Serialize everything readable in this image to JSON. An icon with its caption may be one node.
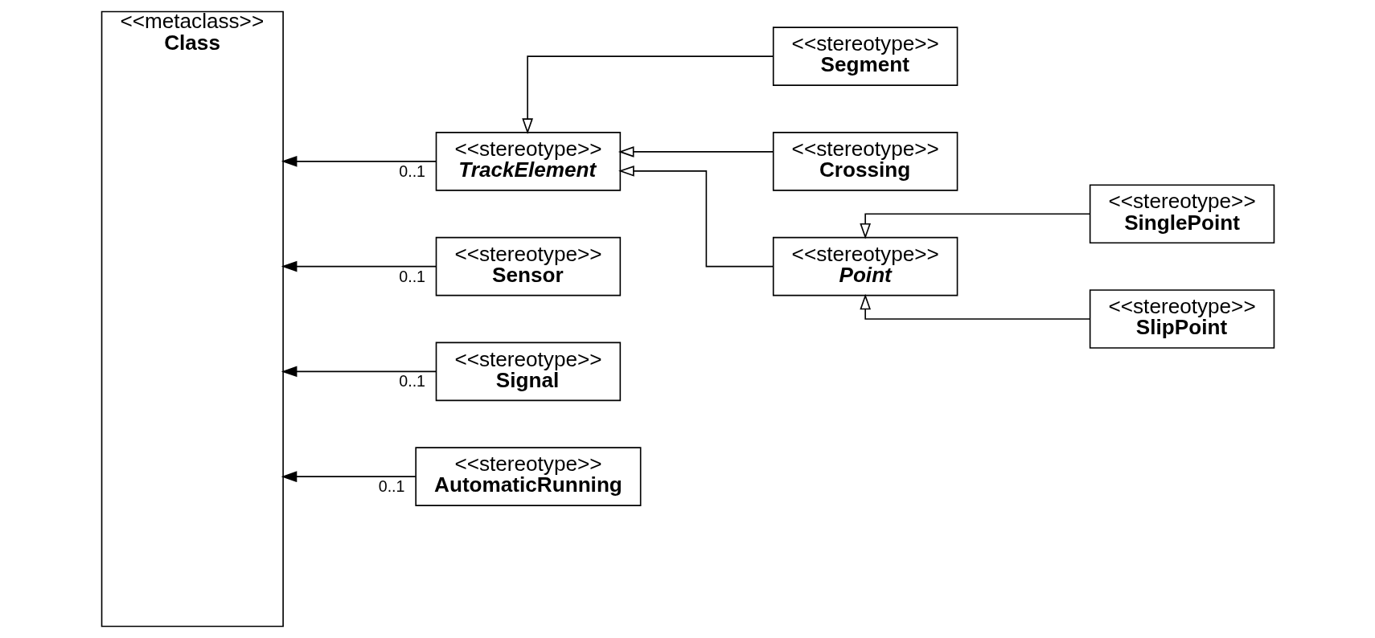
{
  "diagram": {
    "nodes": [
      {
        "text": [
          "<<metaclass>>",
          "Class"
        ]
      },
      {
        "text": [
          "<<stereotype>>",
          "TrackElement"
        ]
      },
      {
        "text": [
          "<<stereotype>>",
          "Sensor"
        ]
      },
      {
        "text": [
          "<<stereotype>>",
          "Signal"
        ]
      },
      {
        "text": [
          "<<stereotype>>",
          "AutomaticRunning"
        ]
      },
      {
        "text": [
          "<<stereotype>>",
          "Segment"
        ]
      },
      {
        "text": [
          "<<stereotype>>",
          "Crossing"
        ]
      },
      {
        "text": [
          "<<stereotype>>",
          "Point"
        ]
      },
      {
        "text": [
          "<<stereotype>>",
          "SinglePoint"
        ]
      },
      {
        "text": [
          "<<stereotype>>",
          "SlipPoint"
        ]
      }
    ],
    "edges": [
      {
        "from": 1,
        "to": 0,
        "arrow": "to",
        "label": "0..1"
      },
      {
        "from": 2,
        "to": 0,
        "arrow": "to",
        "label": "0..1"
      },
      {
        "from": 3,
        "to": 0,
        "arrow": "to",
        "label": "0..1"
      },
      {
        "from": 4,
        "to": 0,
        "arrow": "to",
        "label": "0..1"
      },
      {
        "from": 5,
        "to": 1,
        "arrow": "to"
      },
      {
        "from": 6,
        "to": 1,
        "arrow": "to"
      },
      {
        "from": 7,
        "to": 1,
        "arrow": "to"
      },
      {
        "from": 8,
        "to": 7,
        "arrow": "to"
      },
      {
        "from": 9,
        "to": 7,
        "arrow": "to"
      }
    ]
  }
}
